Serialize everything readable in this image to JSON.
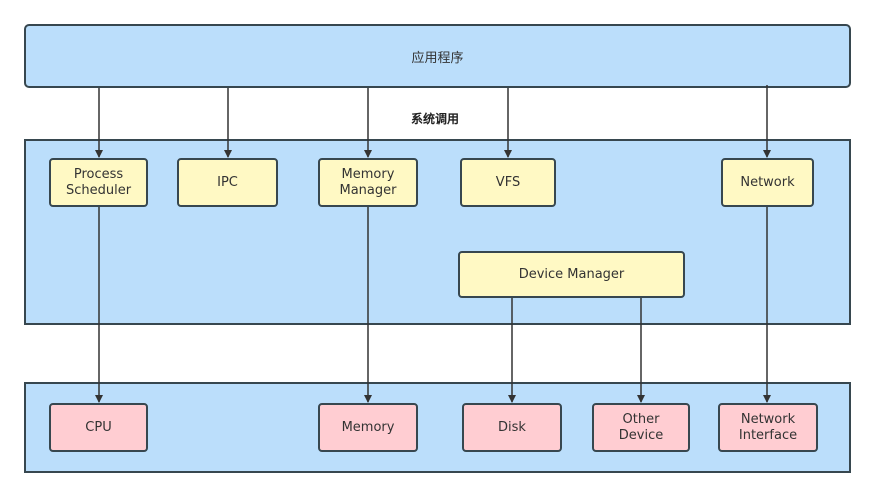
{
  "application_layer": {
    "label": "应用程序"
  },
  "syscall": {
    "label": "系统调用"
  },
  "kernel": {
    "process_scheduler": "Process\nScheduler",
    "ipc": "IPC",
    "memory_manager": "Memory\nManager",
    "vfs": "VFS",
    "network": "Network",
    "device_manager": "Device Manager"
  },
  "hardware": {
    "cpu": "CPU",
    "memory": "Memory",
    "disk": "Disk",
    "other_device": "Other\nDevice",
    "network_interface": "Network\nInterface"
  },
  "colors": {
    "layer_fill": "#bbdefb",
    "kernel_node_fill": "#fff9c4",
    "hardware_node_fill": "#ffcdd2",
    "stroke": "#37474f"
  }
}
